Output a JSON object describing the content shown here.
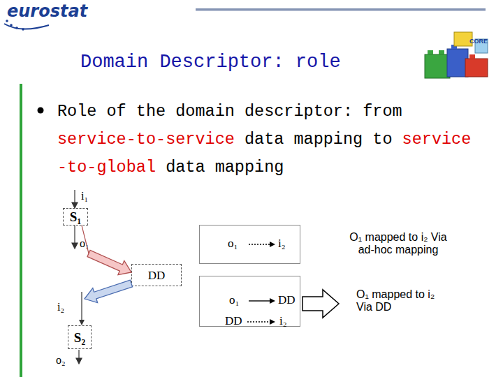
{
  "diagram": {
    "title": "Domain Descriptor: role",
    "nodes": [
      {
        "text": [
          "S₁"
        ]
      },
      {
        "text": [
          "DD"
        ]
      },
      {
        "text": [
          "S₂"
        ]
      },
      {
        "text": [
          "o₁",
          "i₂"
        ]
      },
      {
        "text": [
          "o₁",
          "DD",
          "DD",
          "i₂"
        ]
      }
    ],
    "edges": [
      {
        "from": 0,
        "to": 1,
        "arrow": "to"
      },
      {
        "from": 1,
        "to": 2,
        "arrow": "to"
      }
    ],
    "labels": [
      "eurostat",
      "CORE",
      "Role of the domain descriptor: from",
      "service-to-service",
      "data mapping to",
      "service -to-global",
      "data mapping",
      "i₁",
      "o₁",
      "i₂",
      "o₂",
      "O₁ mapped to i₂ Via ad-hoc mapping",
      "O₁ mapped to i₂ Via DD"
    ]
  }
}
